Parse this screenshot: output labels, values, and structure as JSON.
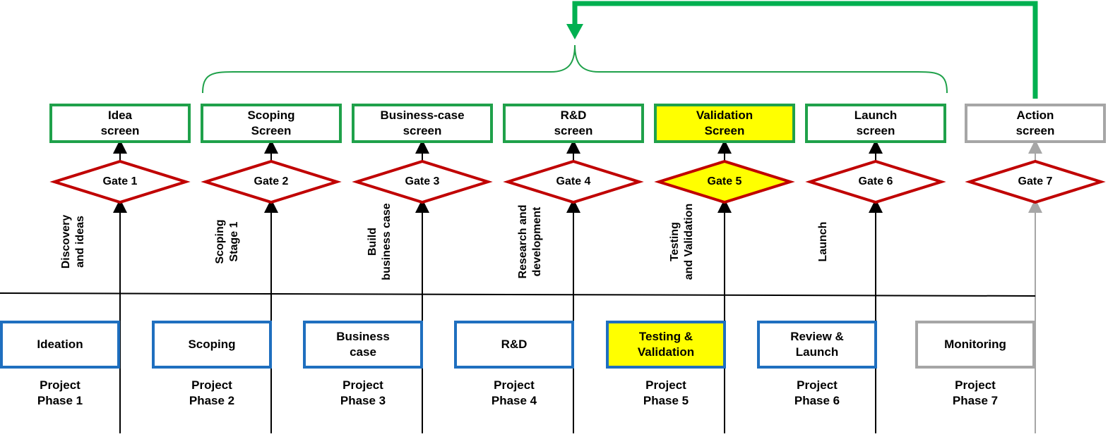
{
  "colors": {
    "screen_border": "#1fa14a",
    "action_border": "#a6a6a6",
    "gate_border": "#c00000",
    "phase_border": "#1f6fbf",
    "highlight": "#ffff00",
    "feedback_arrow": "#00b050",
    "brace": "#1fa14a",
    "connector": "#000000",
    "inactive_connector": "#a6a6a6"
  },
  "screens": [
    {
      "label": "Idea\nscreen"
    },
    {
      "label": "Scoping\nScreen"
    },
    {
      "label": "Business-case\nscreen"
    },
    {
      "label": "R&D\nscreen"
    },
    {
      "label": "Validation\nScreen",
      "highlight": true
    },
    {
      "label": "Launch\nscreen"
    },
    {
      "label": "Action\nscreen",
      "inactive": true
    }
  ],
  "gates": [
    {
      "label": "Gate 1"
    },
    {
      "label": "Gate 2"
    },
    {
      "label": "Gate 3"
    },
    {
      "label": "Gate 4"
    },
    {
      "label": "Gate 5",
      "highlight": true
    },
    {
      "label": "Gate 6"
    },
    {
      "label": "Gate 7",
      "inactive": true
    }
  ],
  "stages": [
    {
      "label": "Discovery\nand ideas"
    },
    {
      "label": "Scoping\nStage 1"
    },
    {
      "label": "Build\nbusiness case"
    },
    {
      "label": "Research and\ndevelopment"
    },
    {
      "label": "Testing\nand Validation"
    },
    {
      "label": "Launch"
    }
  ],
  "phases": [
    {
      "label": "Ideation",
      "caption": "Project\nPhase 1"
    },
    {
      "label": "Scoping",
      "caption": "Project\nPhase 2"
    },
    {
      "label": "Business\ncase",
      "caption": "Project\nPhase 3"
    },
    {
      "label": "R&D",
      "caption": "Project\nPhase 4"
    },
    {
      "label": "Testing &\nValidation",
      "caption": "Project\nPhase 5",
      "highlight": true
    },
    {
      "label": "Review &\nLaunch",
      "caption": "Project\nPhase 6"
    },
    {
      "label": "Monitoring",
      "caption": "Project\nPhase 7",
      "inactive": true
    }
  ]
}
